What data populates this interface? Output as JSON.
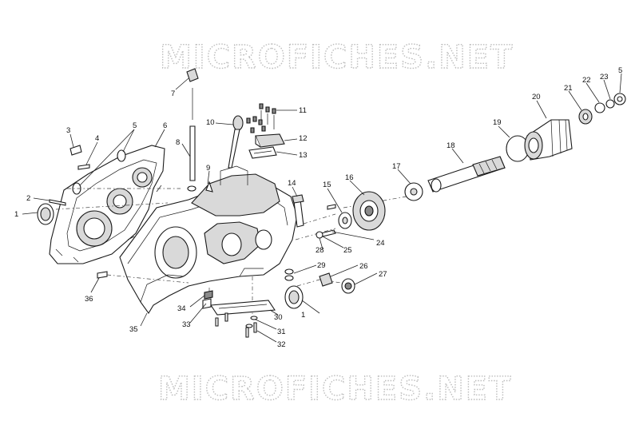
{
  "watermark": {
    "top": "MICROFICHES.NET",
    "bottom": "MICROFICHES.NET"
  },
  "callouts": [
    {
      "id": "1a",
      "num": "1"
    },
    {
      "id": "1b",
      "num": "1"
    },
    {
      "id": "2",
      "num": "2"
    },
    {
      "id": "3",
      "num": "3"
    },
    {
      "id": "4",
      "num": "4"
    },
    {
      "id": "5a",
      "num": "5"
    },
    {
      "id": "5b",
      "num": "5"
    },
    {
      "id": "6",
      "num": "6"
    },
    {
      "id": "7",
      "num": "7"
    },
    {
      "id": "8",
      "num": "8"
    },
    {
      "id": "9",
      "num": "9"
    },
    {
      "id": "10",
      "num": "10"
    },
    {
      "id": "11",
      "num": "11"
    },
    {
      "id": "12",
      "num": "12"
    },
    {
      "id": "13",
      "num": "13"
    },
    {
      "id": "14",
      "num": "14"
    },
    {
      "id": "15",
      "num": "15"
    },
    {
      "id": "16",
      "num": "16"
    },
    {
      "id": "17",
      "num": "17"
    },
    {
      "id": "18",
      "num": "18"
    },
    {
      "id": "19",
      "num": "19"
    },
    {
      "id": "20",
      "num": "20"
    },
    {
      "id": "21",
      "num": "21"
    },
    {
      "id": "22",
      "num": "22"
    },
    {
      "id": "23",
      "num": "23"
    },
    {
      "id": "24",
      "num": "24"
    },
    {
      "id": "25",
      "num": "25"
    },
    {
      "id": "26",
      "num": "26"
    },
    {
      "id": "27",
      "num": "27"
    },
    {
      "id": "28",
      "num": "28"
    },
    {
      "id": "29",
      "num": "29"
    },
    {
      "id": "30",
      "num": "30"
    },
    {
      "id": "31",
      "num": "31"
    },
    {
      "id": "32",
      "num": "32"
    },
    {
      "id": "33",
      "num": "33"
    },
    {
      "id": "34",
      "num": "34"
    },
    {
      "id": "35",
      "num": "35"
    },
    {
      "id": "36",
      "num": "36"
    }
  ]
}
